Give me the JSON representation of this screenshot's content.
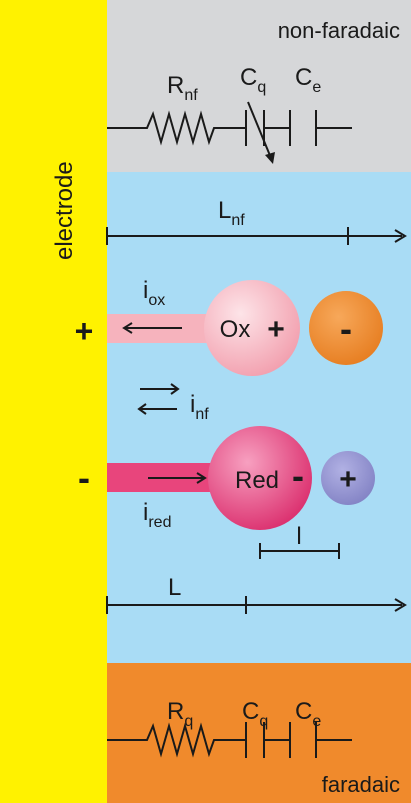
{
  "labels": {
    "electrode": "electrode",
    "non_faradaic": "non-faradaic",
    "faradaic": "faradaic",
    "r_nf": {
      "base": "R",
      "sub": "nf"
    },
    "c_q_top": {
      "base": "C",
      "sub": "q"
    },
    "c_e_top": {
      "base": "C",
      "sub": "e"
    },
    "r_q": {
      "base": "R",
      "sub": "q"
    },
    "c_q_bottom": {
      "base": "C",
      "sub": "q"
    },
    "c_e_bottom": {
      "base": "C",
      "sub": "e"
    },
    "l_nf": {
      "base": "L",
      "sub": "nf"
    },
    "i_ox": {
      "base": "i",
      "sub": "ox"
    },
    "i_nf": {
      "base": "i",
      "sub": "nf"
    },
    "i_red": {
      "base": "i",
      "sub": "red"
    },
    "ox": "Ox",
    "red": "Red",
    "small_l": "l",
    "big_l": "L",
    "electrode_plus": "+",
    "electrode_minus": "-",
    "ox_charge": "+",
    "red_charge": "-",
    "anion_sign": "-",
    "cation_sign": "+"
  },
  "colors": {
    "electrode": "#fff200",
    "non_faradaic_bg": "#d6d7d9",
    "solution_bg": "#a9dcf5",
    "faradaic_bg": "#f08a2c",
    "ox_sphere": "#f6b3bd",
    "red_sphere": "#e8457c",
    "anion": "#f08a2c",
    "cation": "#8c8ccc"
  }
}
